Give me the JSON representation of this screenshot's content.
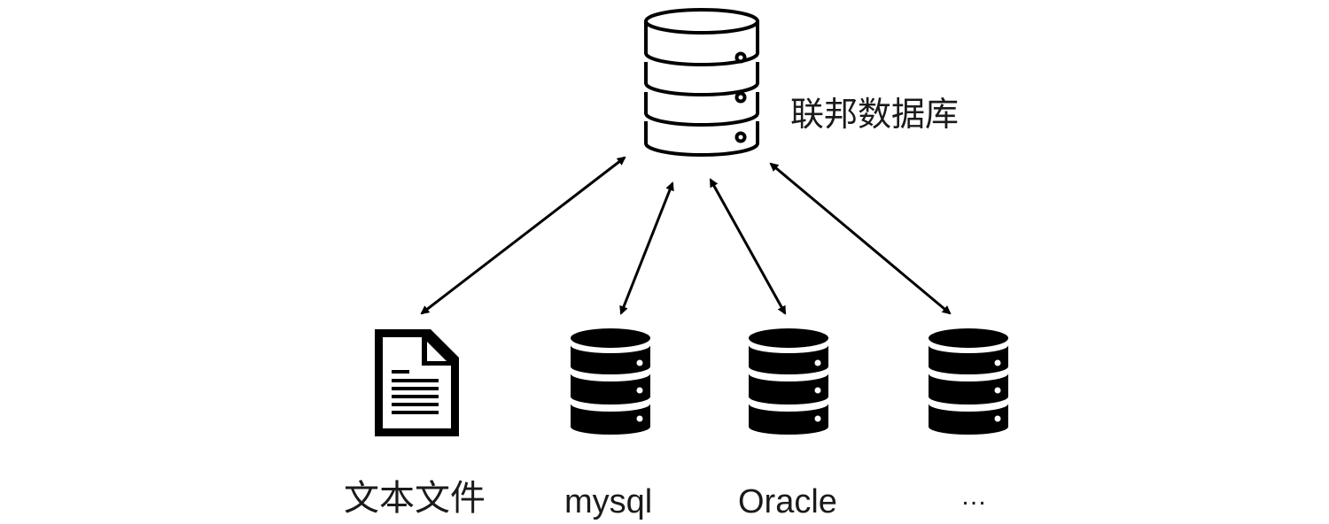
{
  "diagram": {
    "center_node": {
      "label": "联邦数据库",
      "icon": "database-server-icon"
    },
    "sources": [
      {
        "label": "文本文件",
        "icon": "text-file-icon"
      },
      {
        "label": "mysql",
        "icon": "database-icon"
      },
      {
        "label": "Oracle",
        "icon": "database-icon"
      },
      {
        "label": "…",
        "icon": "database-icon"
      }
    ],
    "connections": "bidirectional",
    "colors": {
      "stroke": "#000000",
      "fill_dark": "#000000",
      "background": "#ffffff"
    }
  }
}
